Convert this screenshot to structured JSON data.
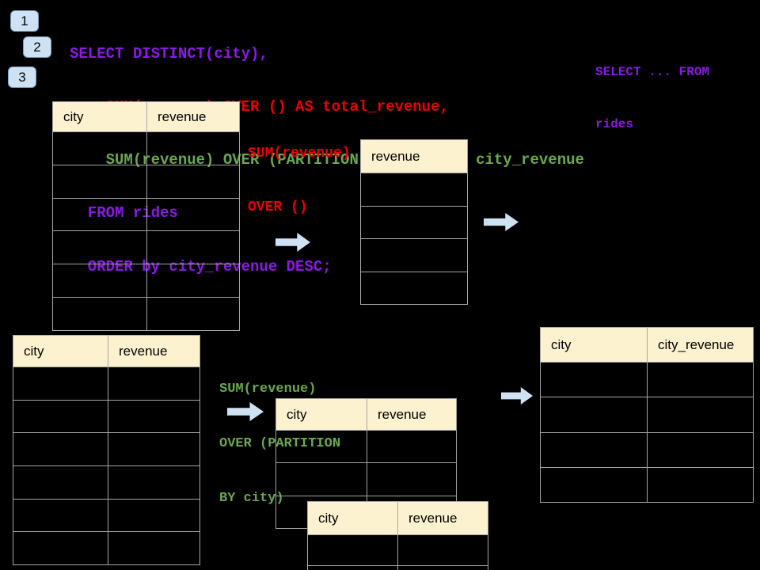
{
  "slide": {
    "background": "#000000"
  },
  "colors": {
    "sql_purple": "#8c19e6",
    "sql_red": "#ec0000",
    "sql_green": "#6aa84f",
    "table_header_fill": "#fdf2d0",
    "table_border": "#a6a6a6",
    "shape_blue": "#cfe2f3"
  },
  "badges": [
    {
      "label": "1"
    },
    {
      "label": "2"
    },
    {
      "label": "3"
    }
  ],
  "sql": {
    "lines": [
      {
        "text": "SELECT DISTINCT(city),"
      },
      {
        "text": "    SUM(revenue) OVER () AS total_revenue,"
      },
      {
        "text": "    SUM(revenue) OVER (PARTITION BY city) as city_revenue"
      },
      {
        "text": "  FROM rides"
      },
      {
        "text": "  ORDER by city_revenue DESC;"
      }
    ]
  },
  "snippet": {
    "line1": "SELECT ... FROM",
    "line2": "rides"
  },
  "labels": {
    "total": {
      "line1": "SUM(revenue)",
      "line2": "OVER ()"
    },
    "partition": {
      "line1": "SUM(revenue)",
      "line2": "OVER (PARTITION",
      "line3": "BY city)"
    }
  },
  "tables": {
    "source_top": {
      "headers": [
        "city",
        "revenue"
      ]
    },
    "total_revenue": {
      "headers": [
        "revenue"
      ]
    },
    "source_bottom": {
      "headers": [
        "city",
        "revenue"
      ]
    },
    "partition_step1": {
      "headers": [
        "city",
        "revenue"
      ]
    },
    "partition_step2": {
      "headers": [
        "city",
        "revenue"
      ]
    },
    "result": {
      "headers": [
        "city",
        "city_revenue"
      ]
    }
  }
}
